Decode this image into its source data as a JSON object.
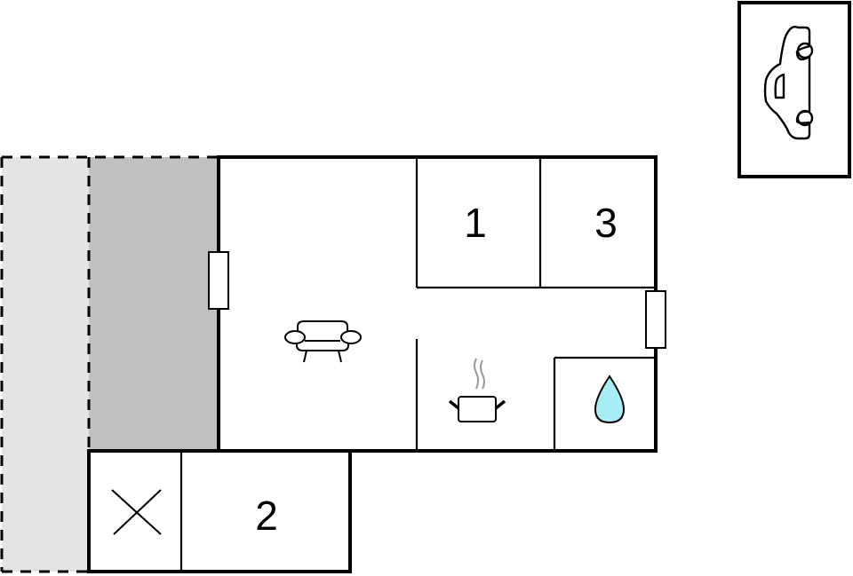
{
  "floorplan": {
    "colors": {
      "wall": "#000000",
      "background": "#ffffff",
      "terrace_light": "#e4e4e4",
      "terrace_dark": "#c0c0c0",
      "water_drop": "#a8ecf4",
      "steam": "#9a9a9a"
    },
    "rooms": [
      {
        "id": "bedroom-1",
        "label": "1"
      },
      {
        "id": "bedroom-3",
        "label": "3"
      },
      {
        "id": "bedroom-2",
        "label": "2"
      }
    ],
    "icons": [
      {
        "name": "car-icon",
        "meaning": "parking"
      },
      {
        "name": "sofa-icon",
        "meaning": "living room"
      },
      {
        "name": "cooking-pot-icon",
        "meaning": "kitchen"
      },
      {
        "name": "water-drop-icon",
        "meaning": "bathroom"
      },
      {
        "name": "cross-icon",
        "meaning": "utility / storage"
      }
    ]
  }
}
